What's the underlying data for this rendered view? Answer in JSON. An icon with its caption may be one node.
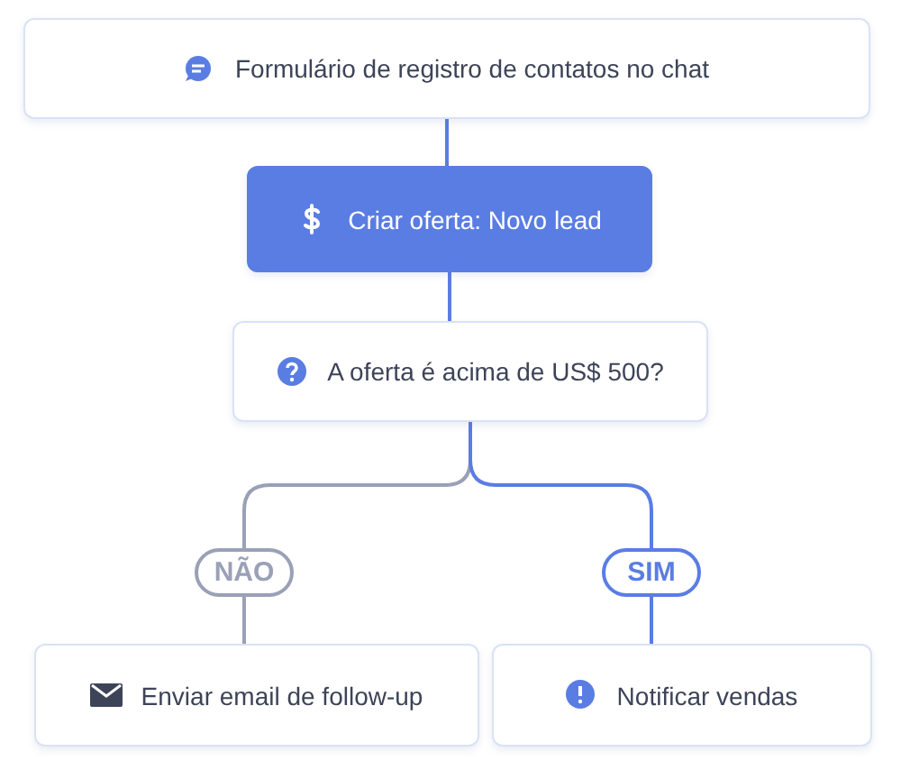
{
  "diagram": {
    "nodes": [
      {
        "text": [
          "Formulário de registro de contatos no chat"
        ]
      },
      {
        "text": [
          "Criar oferta: Novo lead"
        ]
      },
      {
        "text": [
          "A oferta é acima de US$ 500?"
        ]
      },
      {
        "text": [
          "NÃO"
        ]
      },
      {
        "text": [
          "SIM"
        ]
      },
      {
        "text": [
          "Enviar email de follow-up"
        ]
      },
      {
        "text": [
          "Notificar vendas"
        ]
      }
    ],
    "edges": [
      {
        "from": 0,
        "to": 1,
        "arrow": "none"
      },
      {
        "from": 1,
        "to": 2,
        "arrow": "none"
      },
      {
        "from": 2,
        "to": 3,
        "arrow": "none",
        "color": "#9aa0b6"
      },
      {
        "from": 2,
        "to": 4,
        "arrow": "none"
      },
      {
        "from": 3,
        "to": 5,
        "arrow": "none",
        "color": "#9aa0b6"
      },
      {
        "from": 4,
        "to": 6,
        "arrow": "none"
      }
    ]
  }
}
